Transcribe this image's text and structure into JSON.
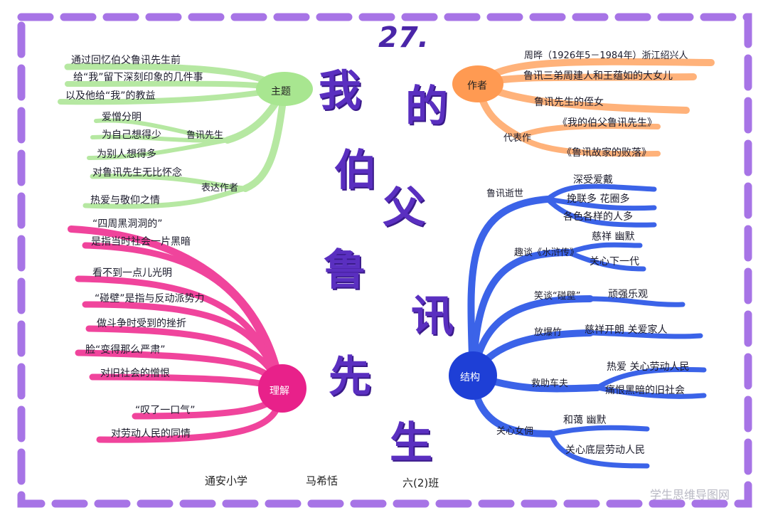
{
  "lesson_number": "27.",
  "title_chars": [
    "我",
    "的",
    "伯",
    "父",
    "鲁",
    "讯",
    "先",
    "生"
  ],
  "colors": {
    "border": "#a774e6",
    "theme": "#b6e8a2",
    "theme_hub": "#a8e690",
    "author": "#ffb27a",
    "author_hub": "#ff9a52",
    "understand": "#f0449c",
    "understand_hub": "#e8218a",
    "structure": "#3b63e8",
    "structure_hub": "#1e3fd6",
    "title": "#5a2fc0"
  },
  "theme": {
    "hub": "主题",
    "lines": [
      "通过回忆伯父鲁讯先生前",
      "给“我”留下深刻印象的几件事",
      "以及他给“我”的教益"
    ],
    "sub1": "鲁讯先生",
    "sub1_items": [
      "爱憎分明",
      "为自己想得少",
      "为别人想得多"
    ],
    "sub2": "表达作者",
    "sub2_items": [
      "对鲁讯先生无比怀念",
      "热爱与敬仰之情"
    ]
  },
  "author": {
    "hub": "作者",
    "items": [
      "周晔（1926年5－1984年）浙江绍兴人",
      "鲁讯三弟周建人和王蕴如的大女儿",
      "鲁讯先生的侄女"
    ],
    "sub": "代表作",
    "works": [
      "《我的伯父鲁讯先生》",
      "《鲁讯故家的败落》"
    ]
  },
  "understand": {
    "hub": "理解",
    "items": [
      "“四周黑洞洞的”",
      "是指当时社会一片黑暗",
      "看不到一点儿光明",
      "“碰壁”是指与反动派势力",
      "做斗争时受到的挫折",
      "脸“变得那么严肃”",
      "对旧社会的憎恨",
      "“叹了一口气”",
      "对劳动人民的同情"
    ]
  },
  "structure": {
    "hub": "结构",
    "b1": "鲁讯逝世",
    "b1_items": [
      "深受爱戴",
      "挽联多 花圈多",
      "各色各样的人多"
    ],
    "b2": "趣谈《水浒传》",
    "b2_items": [
      "慈祥 幽默",
      "关心下一代"
    ],
    "b3": "笑谈“碰壁”",
    "b3_items": [
      "顽强乐观"
    ],
    "b4": "放爆竹",
    "b4_items": [
      "慈祥开朗 关爱家人"
    ],
    "b5": "救助车夫",
    "b5_items": [
      "热爱 关心劳动人民",
      "痛恨黑暗的旧社会"
    ],
    "b6": "关心女佣",
    "b6_items": [
      "和蔼 幽默",
      "关心底层劳动人民"
    ]
  },
  "footer": {
    "school": "通安小学",
    "name": "马希恬",
    "class": "六(2)班"
  },
  "watermark": "学生思维导图网"
}
